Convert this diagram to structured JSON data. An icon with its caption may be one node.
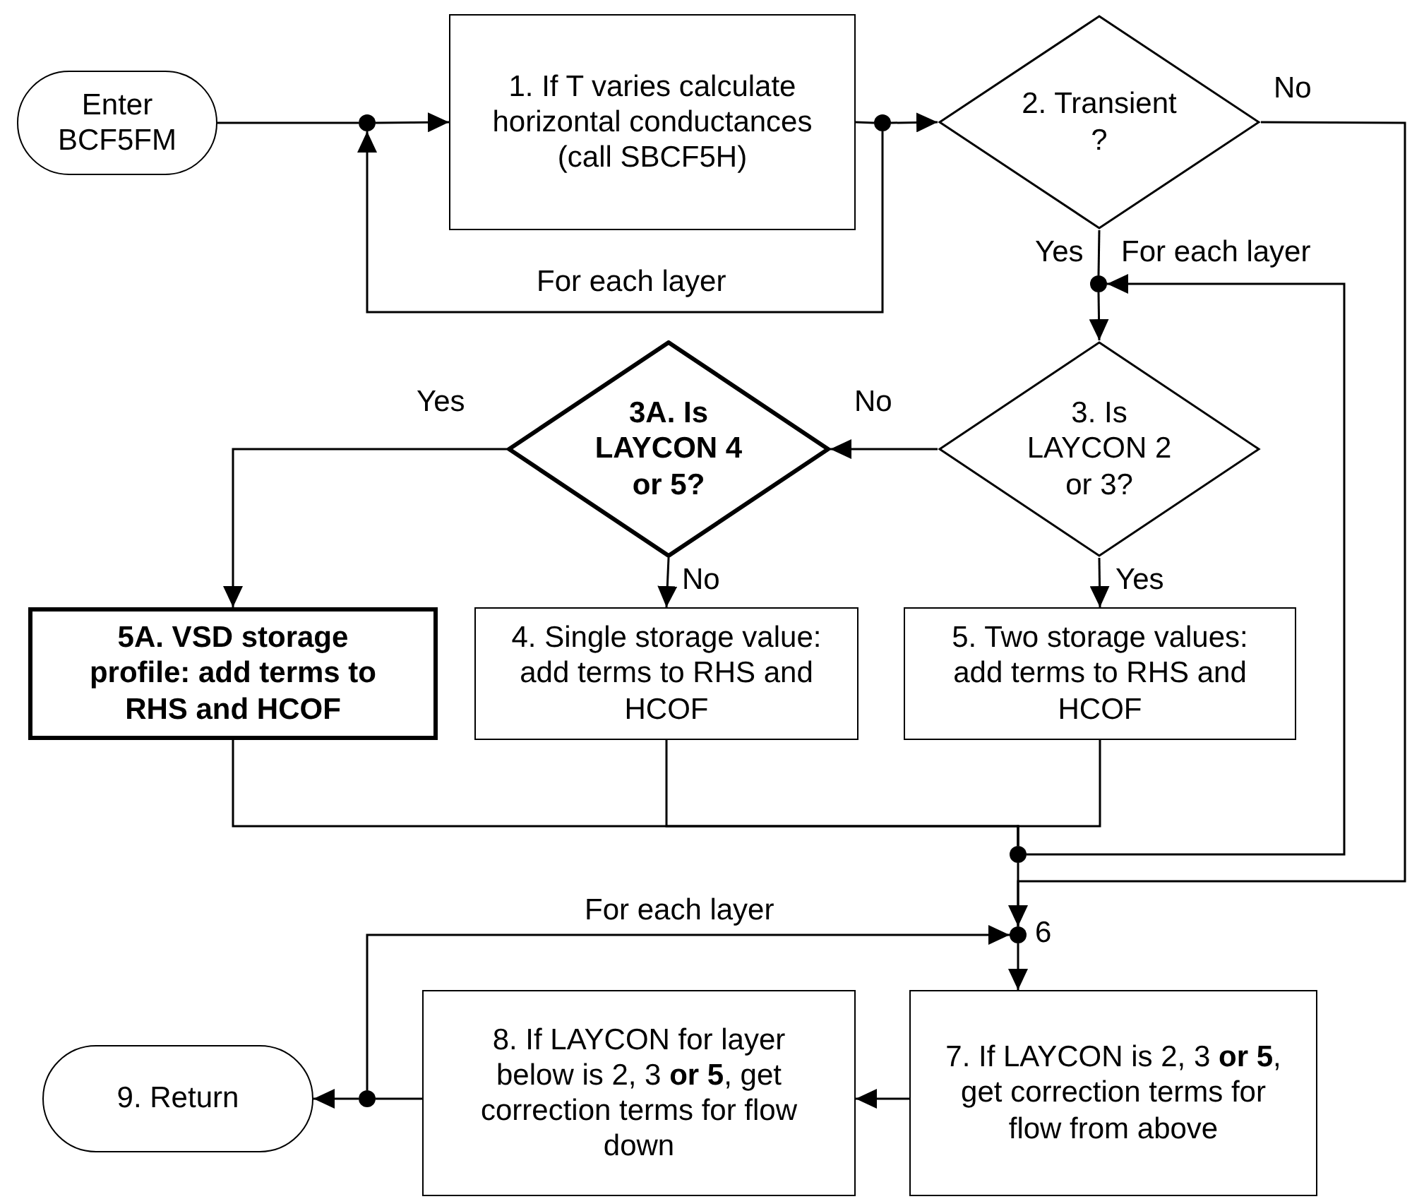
{
  "diagram": {
    "nodes": [
      {
        "text": [
          "Enter BCF5FM"
        ]
      },
      {
        "text": [],
        "shape": "circle"
      },
      {
        "text": [
          "1. If T varies calculate horizontal conductances (call SBCF5H)"
        ]
      },
      {
        "text": [],
        "shape": "circle"
      },
      {
        "text": [
          "2. Transient ?"
        ]
      },
      {
        "text": [],
        "shape": "circle"
      },
      {
        "text": [
          "3. Is LAYCON 2 or 3?"
        ]
      },
      {
        "text": [
          "3A. Is LAYCON 4 or 5?"
        ]
      },
      {
        "text": [
          "5A. VSD storage profile: add terms to RHS and HCOF"
        ]
      },
      {
        "text": [
          "4. Single storage value: add terms to RHS and HCOF"
        ]
      },
      {
        "text": [
          "5. Two storage values: add terms to RHS and HCOF"
        ]
      },
      {
        "text": [],
        "shape": "circle"
      },
      {
        "text": [],
        "shape": "circle",
        "beside": [
          "6"
        ]
      },
      {
        "text": [
          "8. If LAYCON for layer below is 2, 3 **or** **5**, get correction terms for flow down"
        ]
      },
      {
        "text": [
          "7. If LAYCON is 2, 3 **or 5**, get correction terms for flow from above"
        ]
      },
      {
        "text": [],
        "shape": "circle"
      },
      {
        "text": [
          "9. Return"
        ]
      }
    ],
    "edges": [
      {
        "from": 0,
        "to": 1,
        "arrow": "none"
      },
      {
        "from": 1,
        "to": 2,
        "arrow": "to"
      },
      {
        "from": 2,
        "to": 3,
        "arrow": "none"
      },
      {
        "from": 3,
        "to": 4,
        "arrow": "to"
      },
      {
        "from": 3,
        "to": 1,
        "arrow": "to",
        "label": "For each layer"
      },
      {
        "from": 4,
        "to": 5,
        "arrow": "none",
        "label": "Yes"
      },
      {
        "from": 4,
        "to": 12,
        "arrow": "to",
        "label": "No"
      },
      {
        "from": 5,
        "to": 6,
        "arrow": "to"
      },
      {
        "from": 6,
        "to": 7,
        "arrow": "to",
        "label": "No"
      },
      {
        "from": 7,
        "to": 8,
        "arrow": "to",
        "label": "Yes"
      },
      {
        "from": 7,
        "to": 9,
        "arrow": "to",
        "label": "No"
      },
      {
        "from": 6,
        "to": 10,
        "arrow": "to",
        "label": "Yes"
      },
      {
        "from": 8,
        "to": 11,
        "arrow": "none"
      },
      {
        "from": 9,
        "to": 11,
        "arrow": "none"
      },
      {
        "from": 10,
        "to": 11,
        "arrow": "none"
      },
      {
        "from": 11,
        "to": 5,
        "arrow": "to",
        "label": "For each layer"
      },
      {
        "from": 11,
        "to": 12,
        "arrow": "none"
      },
      {
        "from": 12,
        "to": 14,
        "arrow": "to"
      },
      {
        "from": 14,
        "to": 13,
        "arrow": "to"
      },
      {
        "from": 13,
        "to": 15,
        "arrow": "none"
      },
      {
        "from": 15,
        "to": 16,
        "arrow": "to"
      },
      {
        "from": 15,
        "to": 12,
        "arrow": "to",
        "label": "For each layer"
      }
    ]
  }
}
